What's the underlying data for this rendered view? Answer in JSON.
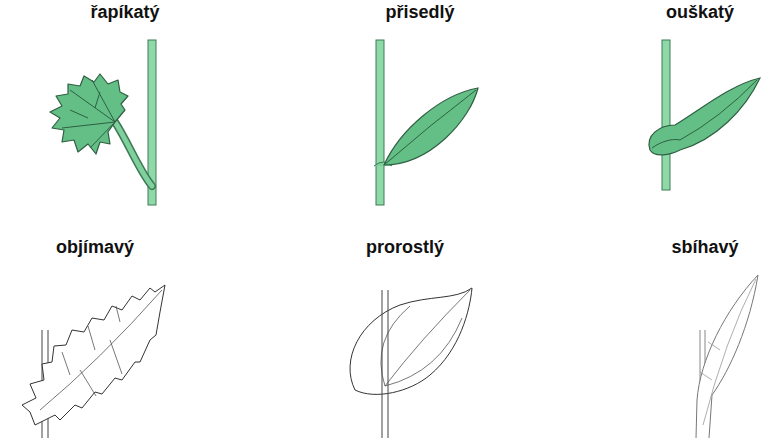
{
  "diagram": {
    "labels": [
      "řapíkatý",
      "přisedlý",
      "ouškatý",
      "objímavý",
      "prorostlý",
      "sbíhavý"
    ]
  }
}
